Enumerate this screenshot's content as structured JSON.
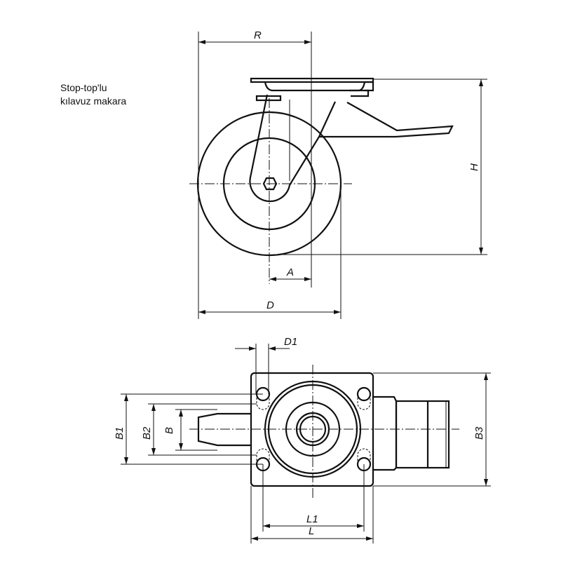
{
  "caption": {
    "line1": "Stop-top'lu",
    "line2": "kılavuz makara"
  },
  "dimensions": {
    "R": "R",
    "H": "H",
    "A": "A",
    "D": "D",
    "D1": "D1",
    "B1": "B1",
    "B2": "B2",
    "B": "B",
    "B3": "B3",
    "L1": "L1",
    "L": "L"
  }
}
